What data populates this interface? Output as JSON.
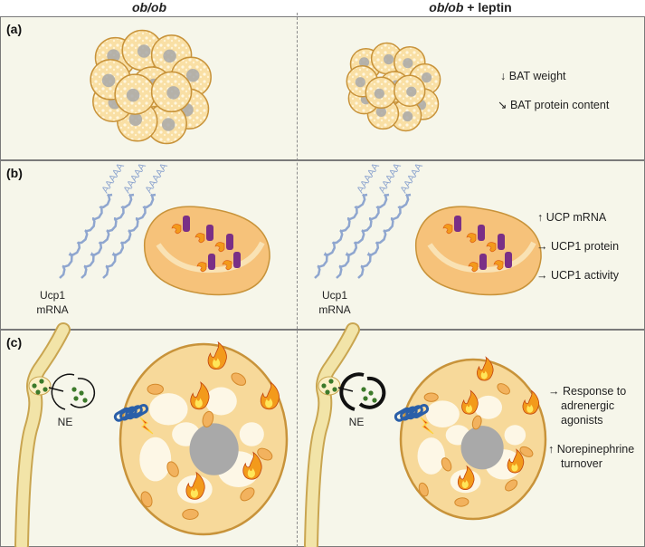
{
  "headers": {
    "left_italic": "ob/ob",
    "right_italic": "ob/ob",
    "right_suffix": " + leptin"
  },
  "panels": {
    "a": {
      "label": "(a)",
      "notes": [
        {
          "arrow": "↓",
          "text": "BAT weight"
        },
        {
          "arrow": "↘",
          "text": "BAT protein content"
        }
      ]
    },
    "b": {
      "label": "(b)",
      "mrna_label_line1": "Ucp1",
      "mrna_label_line2": "mRNA",
      "poly_a": "AAAAA",
      "notes": [
        {
          "arrow": "↑",
          "text": "UCP mRNA"
        },
        {
          "arrow": "→",
          "text": "UCP1 protein"
        },
        {
          "arrow": "→",
          "text": "UCP1 activity"
        }
      ]
    },
    "c": {
      "label": "(c)",
      "ne_label": "NE",
      "notes": [
        {
          "arrow": "→",
          "text": "Response to",
          "line2": "adrenergic",
          "line3": "agonists"
        },
        {
          "arrow": "↑",
          "text": "Norepinephrine",
          "line2": "turnover"
        }
      ]
    }
  },
  "colors": {
    "panel_bg": "#f6f6ea",
    "cell_fill": "#f7d99a",
    "cell_border": "#c8933a",
    "nucleus": "#a9a9a9",
    "mito_fill": "#f6c27a",
    "ucp1": "#7a2f86",
    "mrna": "#8fa6cf",
    "nerve": "#f2e4a8",
    "receptor": "#2a5fa8",
    "flame_outer": "#f39a1b",
    "flame_inner": "#ffe65a"
  }
}
